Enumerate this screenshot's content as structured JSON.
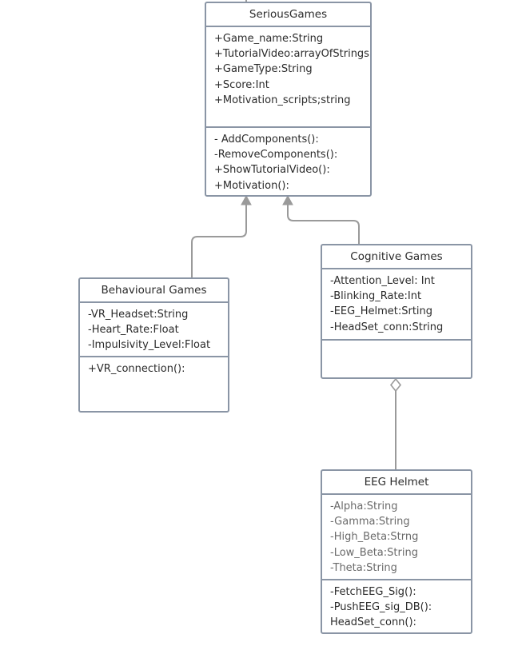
{
  "classes": {
    "serious_games": {
      "name": "SeriousGames",
      "attributes": [
        "+Game_name:String",
        "+TutorialVideo:arrayOfStrings",
        "+GameType:String",
        "+Score:Int",
        "+Motivation_scripts;string"
      ],
      "operations": [
        "-  AddComponents():",
        "-RemoveComponents():",
        "+ShowTutorialVideo():",
        "+Motivation():"
      ]
    },
    "behavioural_games": {
      "name": "Behavioural Games",
      "attributes": [
        "-VR_Headset:String",
        "-Heart_Rate:Float",
        "-Impulsivity_Level:Float"
      ],
      "operations": [
        "+VR_connection():"
      ]
    },
    "cognitive_games": {
      "name": "Cognitive Games",
      "attributes": [
        "-Attention_Level:  Int",
        "-Blinking_Rate:Int",
        "-EEG_Helmet:Srting",
        "-HeadSet_conn:String"
      ],
      "operations": []
    },
    "eeg_helmet": {
      "name": "EEG Helmet",
      "attributes": [
        "-Alpha:String",
        "-Gamma:String",
        "-High_Beta:Strng",
        "-Low_Beta:String",
        "-Theta:String"
      ],
      "operations": [
        "-FetchEEG_Sig():",
        "-PushEEG_sig_DB():",
        "HeadSet_conn():"
      ]
    }
  },
  "relations": [
    {
      "type": "generalization",
      "from": "behavioural_games",
      "to": "serious_games"
    },
    {
      "type": "generalization",
      "from": "cognitive_games",
      "to": "serious_games"
    },
    {
      "type": "aggregation",
      "whole": "cognitive_games",
      "part": "eeg_helmet"
    }
  ],
  "colors": {
    "border": "#8a95a5",
    "connector": "#9a9a9a",
    "text": "#2b2b2b",
    "muted_text": "#6a6a6a"
  }
}
